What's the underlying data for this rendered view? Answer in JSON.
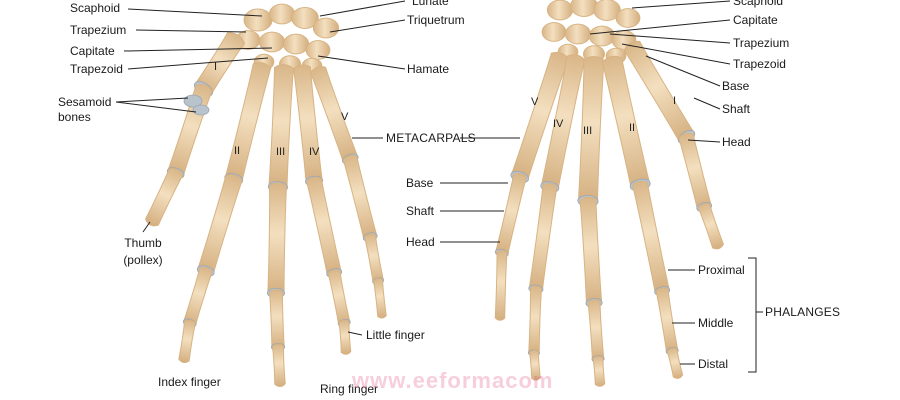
{
  "colors": {
    "bone": "#ecd2ac",
    "bone_shade": "#d7b383",
    "cartilage": "#b9c3cc",
    "line": "#222222",
    "watermark": "#e25082"
  },
  "labels": {
    "scaphoid": "Scaphoid",
    "trapezium": "Trapezium",
    "capitate": "Capitate",
    "trapezoid": "Trapezoid",
    "sesamoid": "Sesamoid",
    "bones": "bones",
    "thumb": "Thumb",
    "pollex": "(pollex)",
    "index_finger": "Index finger",
    "ring_finger": "Ring finger",
    "little_finger": "Little finger",
    "lunate": "Lunate",
    "triquetrum": "Triquetrum",
    "hamate": "Hamate",
    "metacarpals": "METACARPALS",
    "base": "Base",
    "shaft": "Shaft",
    "head": "Head",
    "scaphoid_r": "Scaphoid",
    "capitate_r": "Capitate",
    "trapezium_r": "Trapezium",
    "trapezoid_r": "Trapezoid",
    "base_r": "Base",
    "shaft_r": "Shaft",
    "head_r": "Head",
    "proximal": "Proximal",
    "middle": "Middle",
    "distal": "Distal",
    "phalanges": "PHALANGES"
  },
  "numerals": {
    "l1": "I",
    "l2": "II",
    "l3": "III",
    "l4": "IV",
    "l5": "V",
    "r5": "V",
    "r4": "IV",
    "r3": "III",
    "r2": "II",
    "r1": "I"
  },
  "watermark": "www.eeformacom"
}
